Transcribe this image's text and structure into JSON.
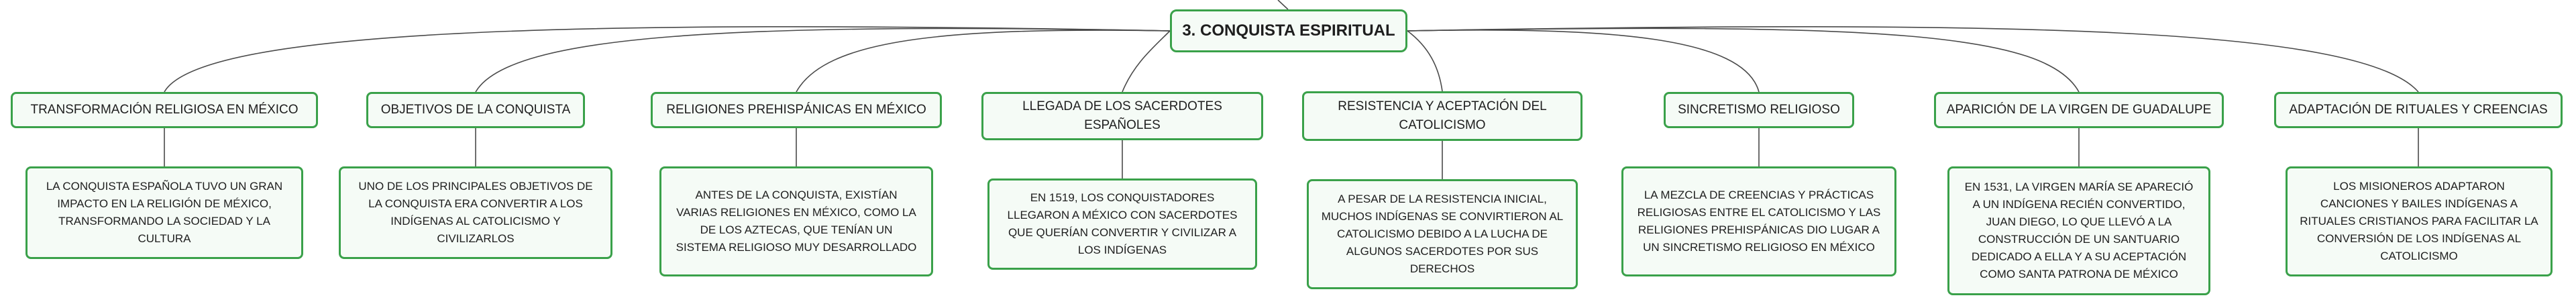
{
  "colors": {
    "accent": "#3aa14a",
    "box_fill": "#f5fbf6",
    "line": "#4a4a4a"
  },
  "root": {
    "title": "3. CONQUISTA ESPIRITUAL"
  },
  "branches": [
    {
      "category": "TRANSFORMACIÓN RELIGIOSA EN MÉXICO",
      "detail": "LA CONQUISTA ESPAÑOLA TUVO UN GRAN IMPACTO EN LA RELIGIÓN DE MÉXICO, TRANSFORMANDO LA SOCIEDAD Y LA CULTURA"
    },
    {
      "category": "OBJETIVOS DE LA CONQUISTA",
      "detail": "UNO DE LOS PRINCIPALES OBJETIVOS DE LA CONQUISTA ERA CONVERTIR A LOS INDÍGENAS AL CATOLICISMO Y CIVILIZARLOS"
    },
    {
      "category": "RELIGIONES PREHISPÁNICAS EN MÉXICO",
      "detail": "ANTES DE LA CONQUISTA, EXISTÍAN VARIAS RELIGIONES EN MÉXICO, COMO LA DE LOS AZTECAS, QUE TENÍAN UN SISTEMA RELIGIOSO MUY DESARROLLADO"
    },
    {
      "category": "LLEGADA DE LOS SACERDOTES ESPAÑOLES",
      "detail": "EN 1519, LOS CONQUISTADORES LLEGARON A MÉXICO CON SACERDOTES QUE QUERÍAN CONVERTIR Y CIVILIZAR A LOS INDÍGENAS"
    },
    {
      "category": "RESISTENCIA Y ACEPTACIÓN DEL CATOLICISMO",
      "detail": "A PESAR DE LA RESISTENCIA INICIAL, MUCHOS INDÍGENAS SE CONVIRTIERON AL CATOLICISMO DEBIDO A LA LUCHA DE ALGUNOS SACERDOTES POR SUS DERECHOS"
    },
    {
      "category": "SINCRETISMO RELIGIOSO",
      "detail": "LA MEZCLA DE CREENCIAS Y PRÁCTICAS RELIGIOSAS ENTRE EL CATOLICISMO Y LAS RELIGIONES PREHISPÁNICAS DIO LUGAR A UN SINCRETISMO RELIGIOSO EN MÉXICO"
    },
    {
      "category": "APARICIÓN DE LA VIRGEN DE GUADALUPE",
      "detail": "EN 1531, LA VIRGEN MARÍA SE APARECIÓ A UN INDÍGENA RECIÉN CONVERTIDO, JUAN DIEGO, LO QUE LLEVÓ A LA CONSTRUCCIÓN DE UN SANTUARIO DEDICADO A ELLA Y A SU ACEPTACIÓN COMO SANTA PATRONA DE MÉXICO"
    },
    {
      "category": "ADAPTACIÓN DE RITUALES Y CREENCIAS",
      "detail": "LOS MISIONEROS ADAPTARON CANCIONES Y BAILES INDÍGENAS A RITUALES CRISTIANOS PARA FACILITAR LA CONVERSIÓN DE LOS INDÍGENAS AL CATOLICISMO"
    }
  ]
}
